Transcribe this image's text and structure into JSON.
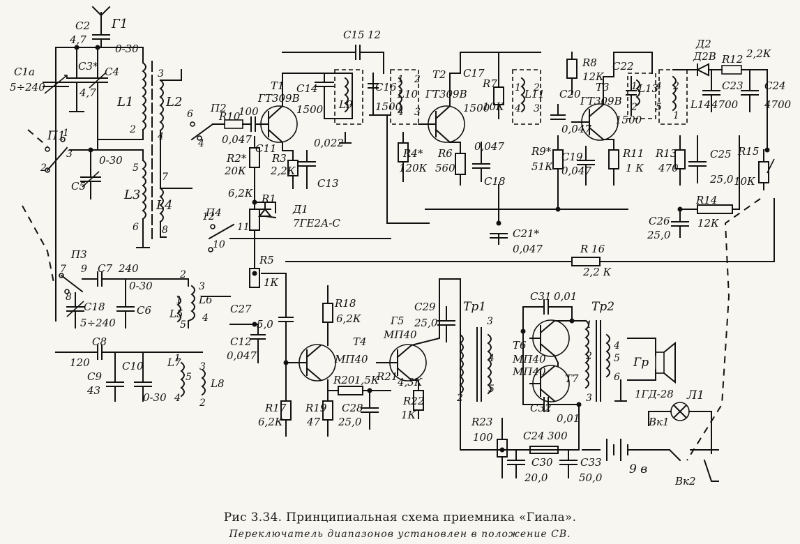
{
  "caption": {
    "line1": "Рис 3.34. Принципиальная схема приемника «Гиала».",
    "line2": "Переключатель диапазонов установлен в положение СВ."
  },
  "labels": {
    "antenna": "Г1",
    "c2": "С2",
    "c2v": "4,7",
    "c1a": "С1а",
    "c1av": "5÷240",
    "c3": "С3*",
    "c3v": "4,7",
    "c4": "С4",
    "c4v": "0-30",
    "l1": "L1",
    "l2": "L2",
    "l3": "L3",
    "l4": "L4",
    "l5": "L5",
    "l6": "L6",
    "l7": "L7",
    "l8": "L8",
    "p1": "П1",
    "p2": "П2",
    "p3": "П3",
    "p4": "П4",
    "c5": "С5",
    "c5v": "0-30",
    "r10": "R10",
    "r10v": "100",
    "c11v": "0,047",
    "c11": "С11",
    "t1": "Т1",
    "t1t": "ГТ309В",
    "c15": "С15",
    "c15v": "12",
    "c14": "С14",
    "c14v": "1500",
    "l9": "L9",
    "c13v": "0,022",
    "c13": "С13",
    "r2": "R2*",
    "r2v": "20К",
    "r3": "R3",
    "r3v": "2,2К",
    "r1": "R1",
    "r1v": "6,2К",
    "d1": "Д1",
    "d1t": "7ГЕ2А-С",
    "c16": "С16",
    "c16v": "1500",
    "l10": "L10",
    "r4": "R4*",
    "r4v": "120К",
    "t2": "Т2",
    "t2t": "ГТ309В",
    "c17": "С17",
    "c17v": "1500",
    "r7": "R7",
    "r7v": "10К",
    "r6": "R6",
    "r6v": "560",
    "c18b": "С18",
    "c18bv": "0,047",
    "l11": "L11",
    "c20": "С20",
    "r8": "R8",
    "r8v": "12К",
    "c22": "С22",
    "c22v": "1500",
    "l13": "L13",
    "t3": "Т3",
    "t3t": "ГТ309В",
    "c19": "С19",
    "c19v": "0,047",
    "r9": "R9*",
    "r9v": "51К",
    "r11": "R11",
    "r11v": "1 К",
    "c21": "С21*",
    "c21v": "0,047",
    "l14": "L14",
    "d2": "Д2",
    "d2t": "Д2В",
    "r12": "R12",
    "r12v": "2,2К",
    "c23": "С23",
    "c23v": "4700",
    "c24": "С24",
    "c24v": "4700",
    "r13": "R13",
    "r13v": "470",
    "c25": "С25",
    "c25v": "25,0",
    "r15": "R15",
    "r15v": "10К",
    "r14": "R14",
    "r14v": "12К",
    "c26": "С26",
    "c26v": "25,0",
    "r16": "R 16",
    "r16v": "2,2 К",
    "r5": "R5",
    "r5v": "1К",
    "c7": "С7",
    "c7v": "240",
    "c6": "С6",
    "c6v": "0-30",
    "c18": "С18",
    "c18v": "5÷240",
    "c27": "С27",
    "c27v": "5,0",
    "c12": "С12",
    "c12v": "0,047",
    "c8": "С8",
    "c8v": "120",
    "c9": "С9",
    "c9v": "43",
    "c10": "С10",
    "c10v": "0-30",
    "r18": "R18",
    "r18v": "6,2К",
    "t4": "Т4",
    "t4t": "МП40",
    "t5": "Г5",
    "t5t": "МП40",
    "c29": "С29",
    "c29v": "25,0",
    "r17": "R17",
    "r17v": "6,2К",
    "r19": "R19",
    "r19v": "47",
    "r20": "R20",
    "r20v": "1,5К",
    "r21": "R21",
    "r21v": "4,3К",
    "c28": "С28",
    "c28v": "25,0",
    "r22": "R22",
    "r22v": "1К",
    "r23": "R23",
    "r23v": "100",
    "tp1": "Тр1",
    "t6": "Т6",
    "t6t": "МП40",
    "t7": "Т7",
    "t7t": "МП40",
    "c31": "С31",
    "c31v": "0,01",
    "c32": "С32",
    "c32v": "0,01",
    "tp2": "Тр2",
    "gr": "Гр",
    "grt": "1ГД-28",
    "c24b": "С24",
    "c24bv": "300",
    "c30": "С30",
    "c30v": "20,0",
    "c33": "С33",
    "c33v": "50,0",
    "batt": "9 в",
    "lamp": "Л1",
    "vk1": "Вк1",
    "vk2": "Вк2"
  }
}
